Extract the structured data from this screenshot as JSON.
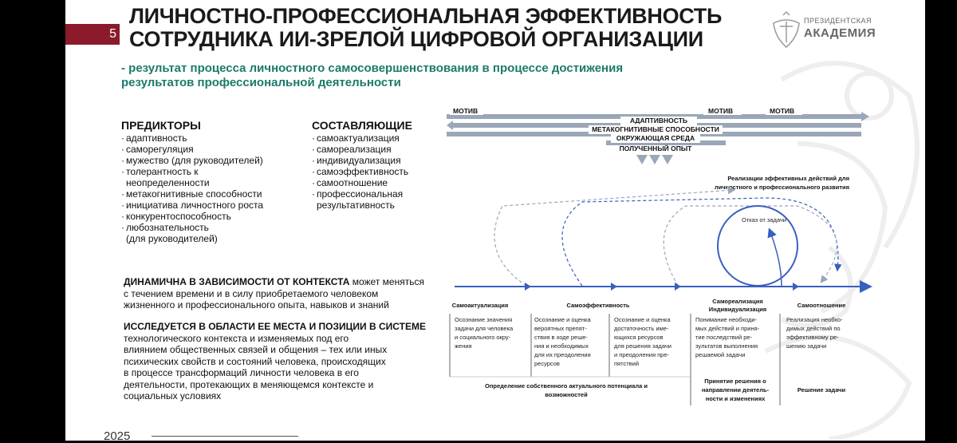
{
  "slide_number": "5",
  "title": {
    "line1": "ЛИЧНОСТНО-ПРОФЕССИОНАЛЬНАЯ ЭФФЕКТИВНОСТЬ",
    "line2": "СОТРУДНИКА ИИ-ЗРЕЛОЙ ЦИФРОВОЙ ОРГАНИЗАЦИИ"
  },
  "subtitle": {
    "line1": "- результат процесса личностного самосовершенствования в процессе достижения",
    "line2": "результатов профессиональной деятельности"
  },
  "logo": {
    "line1": "ПРЕЗИДЕНТСКАЯ",
    "line2": "АКАДЕМИЯ"
  },
  "predictors": {
    "heading": "ПРЕДИКТОРЫ",
    "items": [
      "адаптивность",
      "саморегуляция",
      "мужество (для руководителей)",
      "толерантность к",
      "неопределенности",
      "метакогнитивные способности",
      "инициатива личностного роста",
      "конкурентоспособность",
      "любознательность",
      "(для руководителей)"
    ]
  },
  "components": {
    "heading": "СОСТАВЛЯЮЩИЕ",
    "items": [
      "самоактуализация",
      "самореализация",
      "индивидуализация",
      "самоэффективность",
      "самоотношение",
      "профессиональная",
      "результативность"
    ]
  },
  "dynamic": {
    "bold": "ДИНАМИЧНА В ЗАВИСИМОСТИ ОТ КОНТЕКСТА",
    "rest1": " может меняться",
    "line2": "с течением времени и в силу приобретаемого человеком",
    "line3": "жизненного и профессионального опыта, навыков и знаний"
  },
  "research": {
    "bold": "ИССЛЕДУЕТСЯ В ОБЛАСТИ ЕЕ МЕСТА И ПОЗИЦИИ В СИСТЕМЕ",
    "lines": [
      "технологического контекста и изменяемых под его",
      "влиянием общественных связей и общения – тех или иных",
      "психических свойств и состояний человека, происходящих",
      "в процессе трансформаций личности человека в его",
      "деятельности, протекающих в меняющемся контексте и",
      "социальных условиях"
    ]
  },
  "diagram": {
    "motiv1": "МОТИВ",
    "motiv2": "МОТИВ",
    "motiv3": "МОТИВ",
    "adapt": "АДАПТИВНОСТЬ",
    "meta": "МЕТАКОГНИТИВНЫЕ СПОСОБНОСТИ",
    "env": "ОКРУЖАЮЩАЯ СРЕДА",
    "exp": "ПОЛУЧЕННЫЙ ОПЫТ",
    "realize1": "Реализации   эффективных   действий   для",
    "realize2": "личностного и профессионального развития",
    "refusal": "Отказ от задачи",
    "stages": {
      "s1": "Самоактуализация",
      "s2": "Самоэффективность",
      "s3a": "Самореализация",
      "s3b": "Индивидуализация",
      "s4": "Самоотношение"
    },
    "col1": [
      "Осознание значения",
      "задачи для человека",
      "и социального окру-",
      "жения"
    ],
    "col2": [
      "Осознание и оценка",
      "вероятных   препят-",
      "ствия в ходе реше-",
      "ния и необходимых",
      "для их преодоления",
      "ресурсов"
    ],
    "col3": [
      "Осознание и оценка",
      "достаточность  име-",
      "ющихся    ресурсов",
      "для решения задачи",
      "и преодоления пре-",
      "пятствий"
    ],
    "col4": [
      "Понимание  необходи-",
      "мых действий и приня-",
      "тие  последствий  ре-",
      "зультатов  выполнения",
      "решаемой задачи"
    ],
    "col5": [
      "Реализация необхо-",
      "димых действий по",
      "эффективному   ре-",
      "шению задачи"
    ],
    "bottom1a": "Определение собственного актуального потенциала и",
    "bottom1b": "возможностей",
    "bottom2a": "Принятие решения о",
    "bottom2b": "направлении деятель-",
    "bottom2c": "ности и изменениях",
    "bottom3": "Решение задачи"
  },
  "footer_year": "2025",
  "colors": {
    "accent": "#8b1a2b",
    "teal": "#1b7a6b",
    "blue": "#3a5fbf",
    "gray": "#9aa7b8"
  }
}
